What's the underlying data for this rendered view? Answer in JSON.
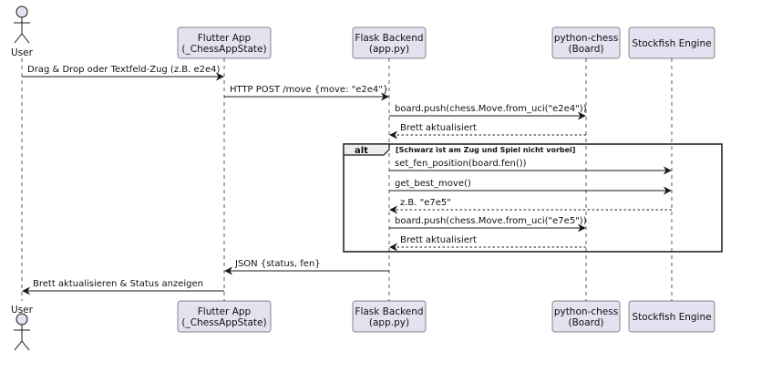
{
  "participants": [
    {
      "id": "user",
      "kind": "actor",
      "lines": [
        "User"
      ]
    },
    {
      "id": "flutter",
      "kind": "box",
      "lines": [
        "Flutter App",
        "(_ChessAppState)"
      ]
    },
    {
      "id": "flask",
      "kind": "box",
      "lines": [
        "Flask Backend",
        "(app.py)"
      ]
    },
    {
      "id": "pychess",
      "kind": "box",
      "lines": [
        "python-chess",
        "(Board)"
      ]
    },
    {
      "id": "stockfish",
      "kind": "box",
      "lines": [
        "Stockfish Engine"
      ]
    }
  ],
  "messages": [
    {
      "from": "user",
      "to": "flutter",
      "label": "Drag & Drop oder Textfeld-Zug (z.B. e2e4)",
      "style": "solid"
    },
    {
      "from": "flutter",
      "to": "flask",
      "label": "HTTP POST /move {move: \"e2e4\"}",
      "style": "solid"
    },
    {
      "from": "flask",
      "to": "pychess",
      "label": "board.push(chess.Move.from_uci(\"e2e4\"))",
      "style": "solid"
    },
    {
      "from": "pychess",
      "to": "flask",
      "label": "Brett aktualisiert",
      "style": "dashed"
    },
    {
      "from": "flask",
      "to": "stockfish",
      "label": "set_fen_position(board.fen())",
      "style": "solid"
    },
    {
      "from": "flask",
      "to": "stockfish",
      "label": "get_best_move()",
      "style": "solid"
    },
    {
      "from": "stockfish",
      "to": "flask",
      "label": "z.B. \"e7e5\"",
      "style": "dashed"
    },
    {
      "from": "flask",
      "to": "pychess",
      "label": "board.push(chess.Move.from_uci(\"e7e5\"))",
      "style": "solid"
    },
    {
      "from": "pychess",
      "to": "flask",
      "label": "Brett aktualisiert",
      "style": "dashed"
    },
    {
      "from": "flask",
      "to": "flutter",
      "label": "JSON {status, fen}",
      "style": "solid"
    },
    {
      "from": "flutter",
      "to": "user",
      "label": "Brett aktualisieren & Status anzeigen",
      "style": "solid"
    }
  ],
  "fragment": {
    "keyword": "alt",
    "condition": "[Schwarz ist am Zug und Spiel nicht vorbei]",
    "first_message": 4,
    "last_message": 8
  },
  "colors": {
    "box_fill": "#e2e2f0",
    "box_stroke": "#181818",
    "line": "#181818",
    "lifeline": "#181818"
  }
}
